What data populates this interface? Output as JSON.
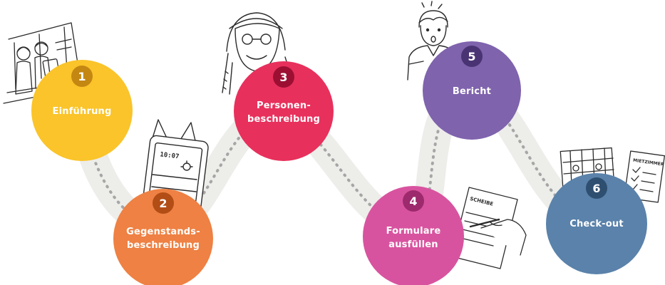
{
  "steps": [
    {
      "number": "1",
      "label": "Einführung",
      "color": "#fac42a",
      "badge": "#c48712"
    },
    {
      "number": "2",
      "label": "Gegenstands-\nbeschreibung",
      "color": "#ee8143",
      "badge": "#b24d16"
    },
    {
      "number": "3",
      "label": "Personen-\nbeschreibung",
      "color": "#e8305c",
      "badge": "#9c0f33"
    },
    {
      "number": "4",
      "label": "Formulare\nausfüllen",
      "color": "#d8539f",
      "badge": "#9c2a6c"
    },
    {
      "number": "5",
      "label": "Bericht",
      "color": "#7f63ad",
      "badge": "#4a3373"
    },
    {
      "number": "6",
      "label": "Check-out",
      "color": "#5a82aa",
      "badge": "#2f4f70"
    }
  ],
  "colors": {
    "path": "#ededea",
    "dots": "#a6a6a6",
    "sketch": "#2b2b2b"
  },
  "illustrations": [
    {
      "name": "classroom-students-illustration"
    },
    {
      "name": "smartphone-illustration",
      "screen_text": "10:07"
    },
    {
      "name": "woman-with-glasses-illustration"
    },
    {
      "name": "man-portrait-illustration"
    },
    {
      "name": "form-writing-illustration",
      "form_title": "SCHEIBE"
    },
    {
      "name": "checklist-documents-illustration",
      "doc_title": "MIETZIMMER"
    }
  ]
}
